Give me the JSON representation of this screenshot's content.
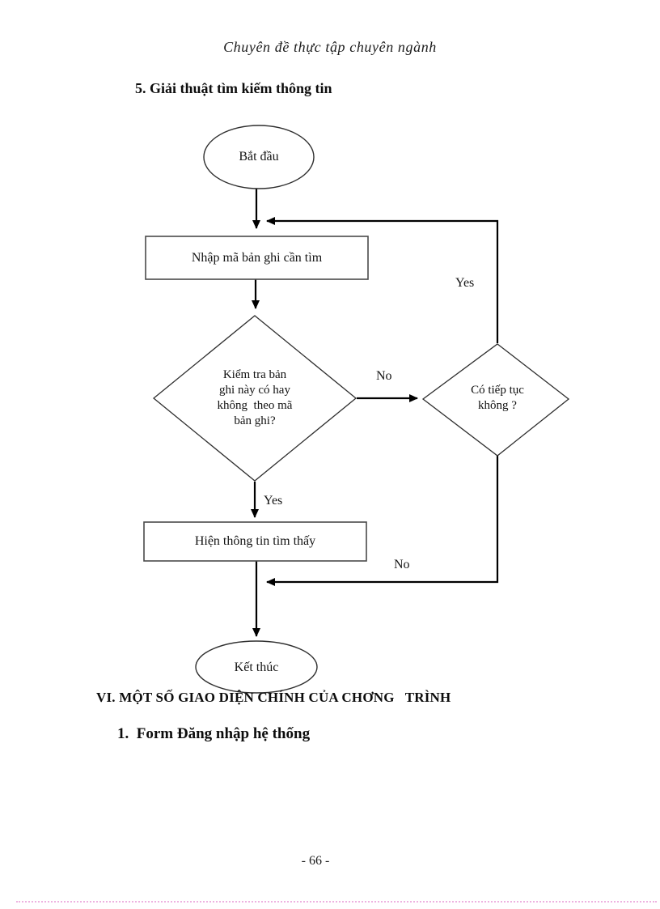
{
  "page": {
    "header": "Chuyên đề thực tập chuyên ngành",
    "footer": "- 66 -"
  },
  "headings": {
    "section5": "5. Giải thuật tìm kiếm thông tin",
    "section6": "VI. MỘT SỐ GIAO DIỆN CHÍNH CỦA CHƠNG   TRÌNH",
    "sub1": "1.  Form Đăng nhập hệ thống"
  },
  "flowchart": {
    "start_node": "Bắt đầu",
    "input_node": "Nhập mã bản ghi cần tìm",
    "check_node": {
      "lines": [
        "Kiểm tra bản",
        "ghi này có hay",
        "không  theo mã",
        "bản ghi?"
      ]
    },
    "continue_node": {
      "lines": [
        "Có tiếp tục",
        "không ?"
      ]
    },
    "display_node": "Hiện thông tin tìm thấy",
    "end_node": "Kết thúc",
    "labels": {
      "yes_loop": "Yes",
      "no_right": "No",
      "yes_down": "Yes",
      "no_down": "No"
    }
  }
}
